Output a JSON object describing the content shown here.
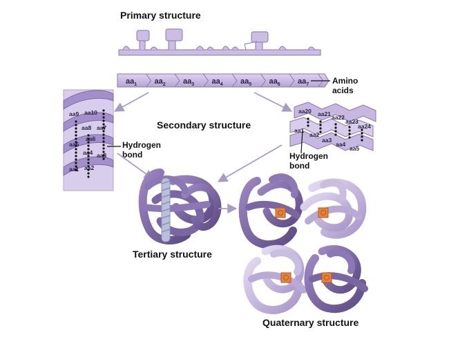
{
  "labels": {
    "primary": "Primary structure",
    "secondary": "Secondary structure",
    "tertiary": "Tertiary structure",
    "quaternary": "Quaternary structure",
    "amino_line1": "Amino",
    "amino_line2": "acids",
    "hbond_left_line1": "Hydrogen",
    "hbond_left_line2": "bond",
    "hbond_right_line1": "Hydrogen",
    "hbond_right_line2": "bond"
  },
  "primary_chain": {
    "residues": [
      {
        "base": "aa",
        "sub": "1"
      },
      {
        "base": "aa",
        "sub": "2"
      },
      {
        "base": "aa",
        "sub": "3"
      },
      {
        "base": "aa",
        "sub": "4"
      },
      {
        "base": "aa",
        "sub": "5"
      },
      {
        "base": "aa",
        "sub": "6"
      },
      {
        "base": "aa",
        "sub": "7"
      }
    ]
  },
  "helix_labels": [
    "aa9",
    "aa10",
    "aa8",
    "aa7",
    "aa6",
    "aa5",
    "aa4",
    "aa3",
    "aa1",
    "aa2"
  ],
  "sheet_labels": [
    "aa20",
    "aa21",
    "aa22",
    "aa23",
    "aa24",
    "aa1",
    "aa2",
    "aa3",
    "aa4",
    "aa5"
  ],
  "colors": {
    "chain_fill": "#cbbde3",
    "chain_stroke": "#8a76b3",
    "tube_dark": "#6d5a8f",
    "tube_light": "#c9bde0",
    "heme": "#e8823a",
    "arrow": "#a99bc8"
  }
}
